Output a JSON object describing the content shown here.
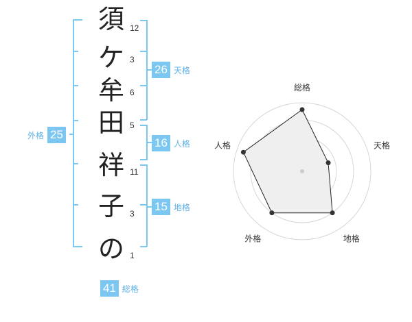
{
  "name_chars": [
    "須",
    "ケ",
    "牟",
    "田",
    "祥",
    "子",
    "の"
  ],
  "stroke_counts": [
    "12",
    "3",
    "6",
    "5",
    "11",
    "3",
    "1"
  ],
  "kaku": {
    "tenkaku": {
      "value": "26",
      "label": "天格"
    },
    "jinkaku": {
      "value": "16",
      "label": "人格"
    },
    "chikaku": {
      "value": "15",
      "label": "地格"
    },
    "gaikaku": {
      "value": "25",
      "label": "外格"
    },
    "soukaku": {
      "value": "41",
      "label": "総格"
    }
  },
  "radar": {
    "axes": [
      "総格",
      "天格",
      "地格",
      "外格",
      "人格"
    ],
    "values": [
      0.9,
      0.4,
      0.75,
      0.75,
      0.9
    ]
  },
  "colors": {
    "accent": "#7cc6f2",
    "label": "#5fb2e6"
  }
}
